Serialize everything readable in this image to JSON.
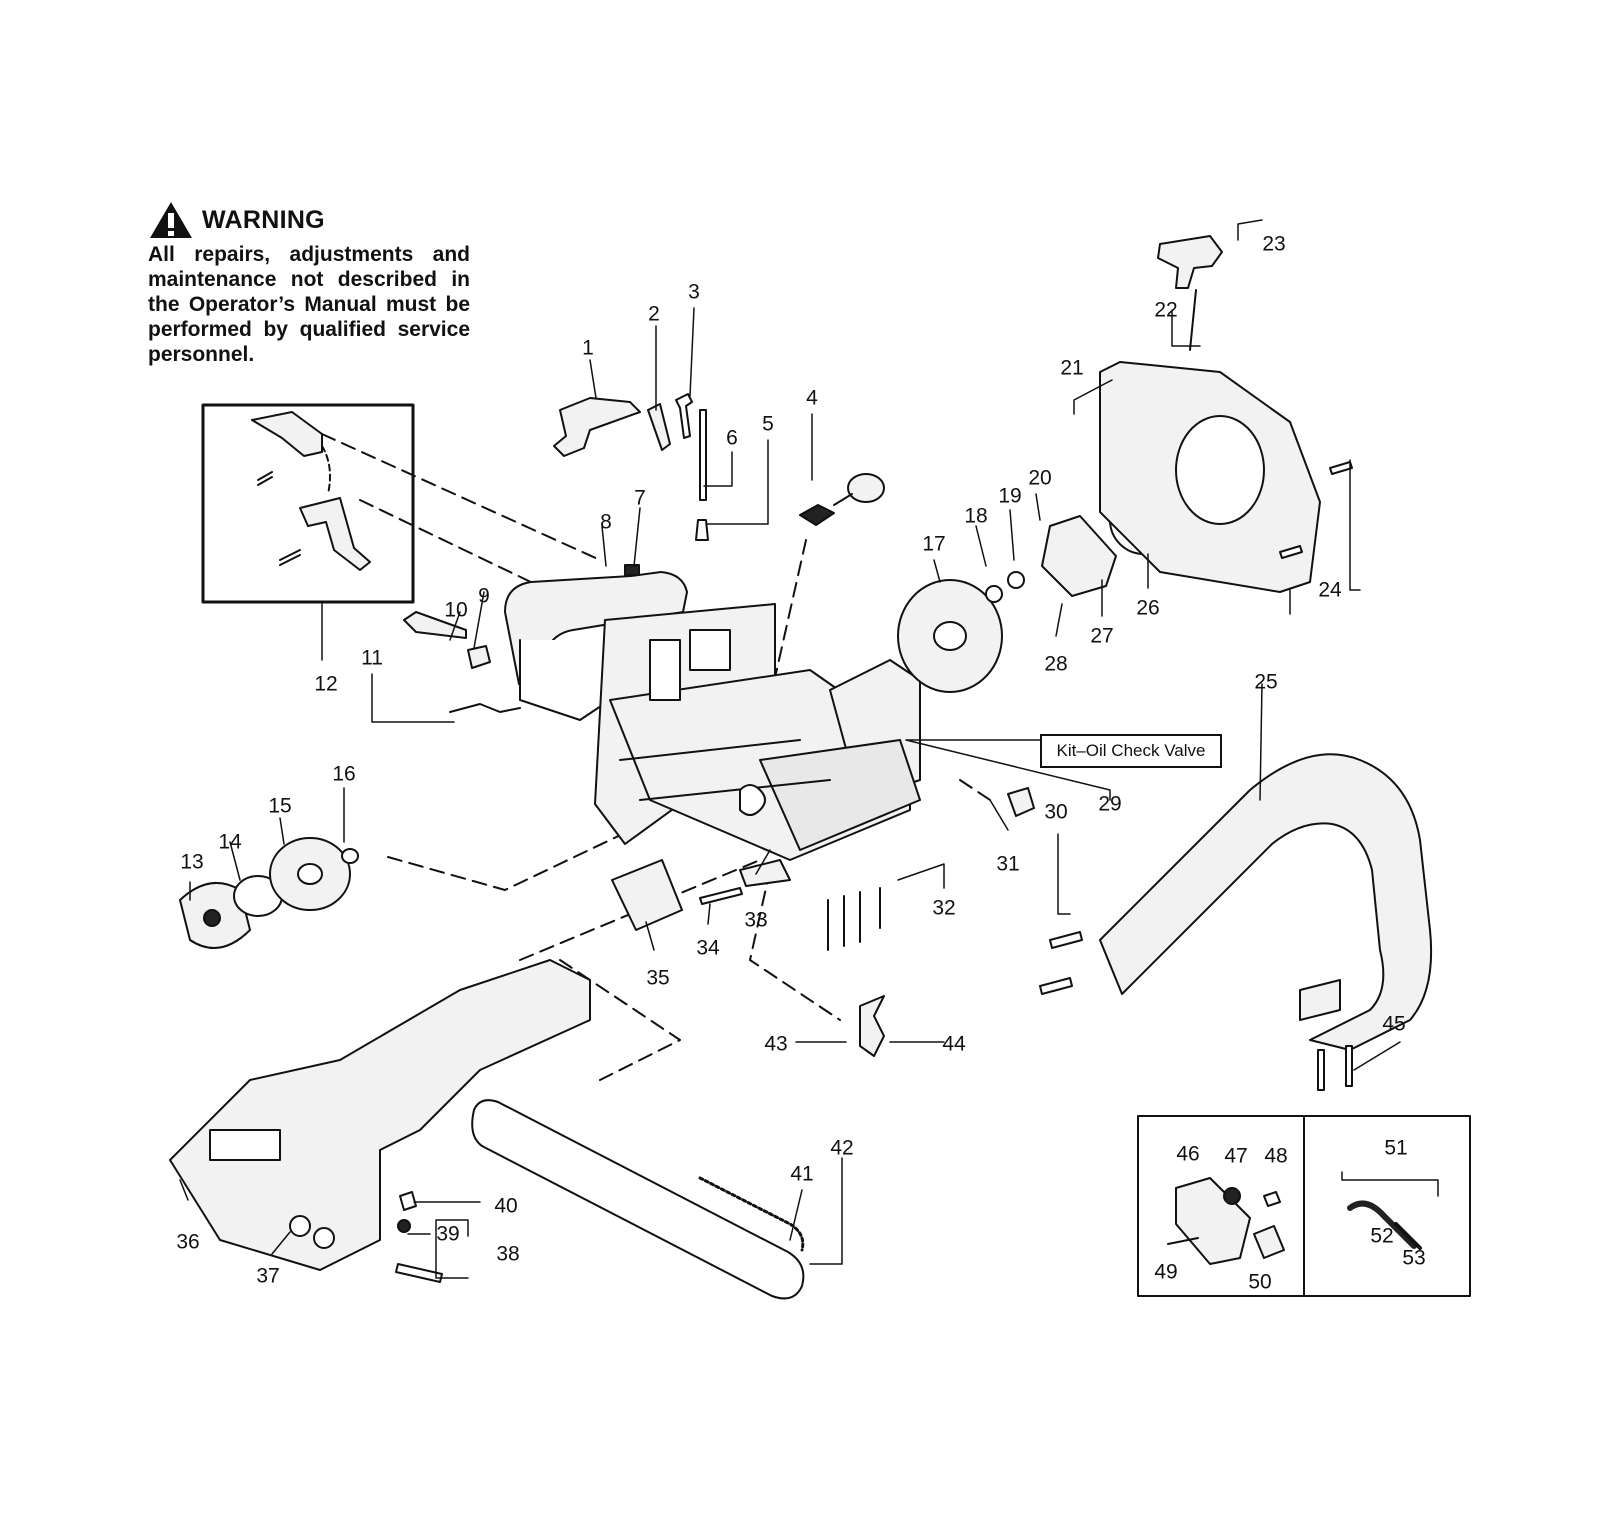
{
  "warning": {
    "title": "WARNING",
    "body": "All repairs, adjustments and maintenance not described in the Operator’s Manual must be performed by qualified service personnel."
  },
  "kit_label": "Kit–Oil Check Valve",
  "callouts": [
    "1",
    "2",
    "3",
    "4",
    "5",
    "6",
    "7",
    "8",
    "9",
    "10",
    "11",
    "12",
    "13",
    "14",
    "15",
    "16",
    "17",
    "18",
    "19",
    "20",
    "21",
    "22",
    "23",
    "24",
    "25",
    "26",
    "27",
    "28",
    "29",
    "30",
    "31",
    "32",
    "33",
    "34",
    "35",
    "36",
    "37",
    "38",
    "39",
    "40",
    "41",
    "42",
    "43",
    "44",
    "45",
    "46",
    "47",
    "48",
    "49",
    "50",
    "51",
    "52",
    "53"
  ],
  "colors": {
    "ink": "#111111",
    "paper": "#ffffff",
    "part_fill": "#f2f2f2"
  }
}
